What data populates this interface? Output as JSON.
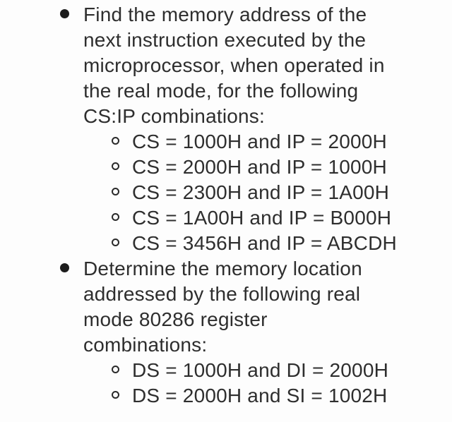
{
  "page": {
    "background_color": "#fdfdfd",
    "text_color": "#2e2e2e",
    "bullet_color": "#1c1c1c"
  },
  "content": {
    "bullets": [
      {
        "marker": "filled-dot",
        "lines": [
          "Find the memory address of the",
          "next instruction executed by the",
          "microprocessor, when operated in",
          "the real mode, for the following",
          "CS:IP combinations:"
        ],
        "full_text": "Find the memory address of the next instruction executed by the microprocessor, when operated in the real mode, for the following CS:IP combinations:",
        "sub_items": [
          "CS = 1000H and IP = 2000H",
          "CS = 2000H and IP = 1000H",
          "CS = 2300H and IP = 1A00H",
          "CS = 1A00H and IP = B000H",
          "CS = 3456H and IP = ABCDH"
        ]
      },
      {
        "marker": "filled-dot",
        "lines": [
          "Determine the memory location",
          "addressed by the following real",
          "mode 80286 register",
          "combinations:"
        ],
        "full_text": "Determine the memory location addressed by the following real mode 80286 register combinations:",
        "sub_items": [
          "DS = 1000H and DI = 2000H",
          "DS = 2000H and SI = 1002H"
        ]
      }
    ]
  }
}
